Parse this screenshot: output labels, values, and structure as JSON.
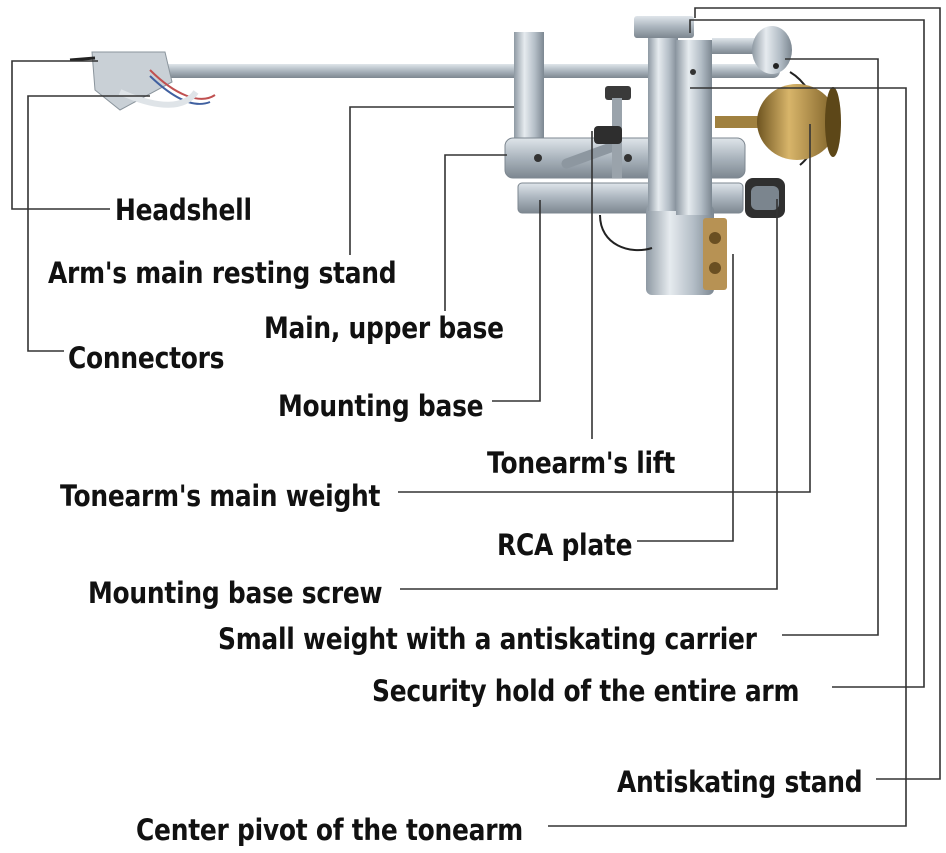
{
  "diagram": {
    "labels": {
      "headshell": "Headshell",
      "arm_resting_stand": "Arm's main resting stand",
      "main_upper_base": "Main, upper base",
      "connectors": "Connectors",
      "mounting_base": "Mounting base",
      "tonearm_lift": "Tonearm's lift",
      "tonearm_main_weight": "Tonearm's main weight",
      "rca_plate": "RCA plate",
      "mounting_base_screw": "Mounting base screw",
      "small_weight": "Small weight with a antiskating carrier",
      "security_hold": "Security hold of the entire arm",
      "antiskating_stand": "Antiskating stand",
      "center_pivot": "Center pivot of the tonearm"
    },
    "colors": {
      "text": "#111111",
      "leader_lines": "#333333",
      "aluminium": "#b9c3cc",
      "brass": "#b08a3a"
    }
  }
}
